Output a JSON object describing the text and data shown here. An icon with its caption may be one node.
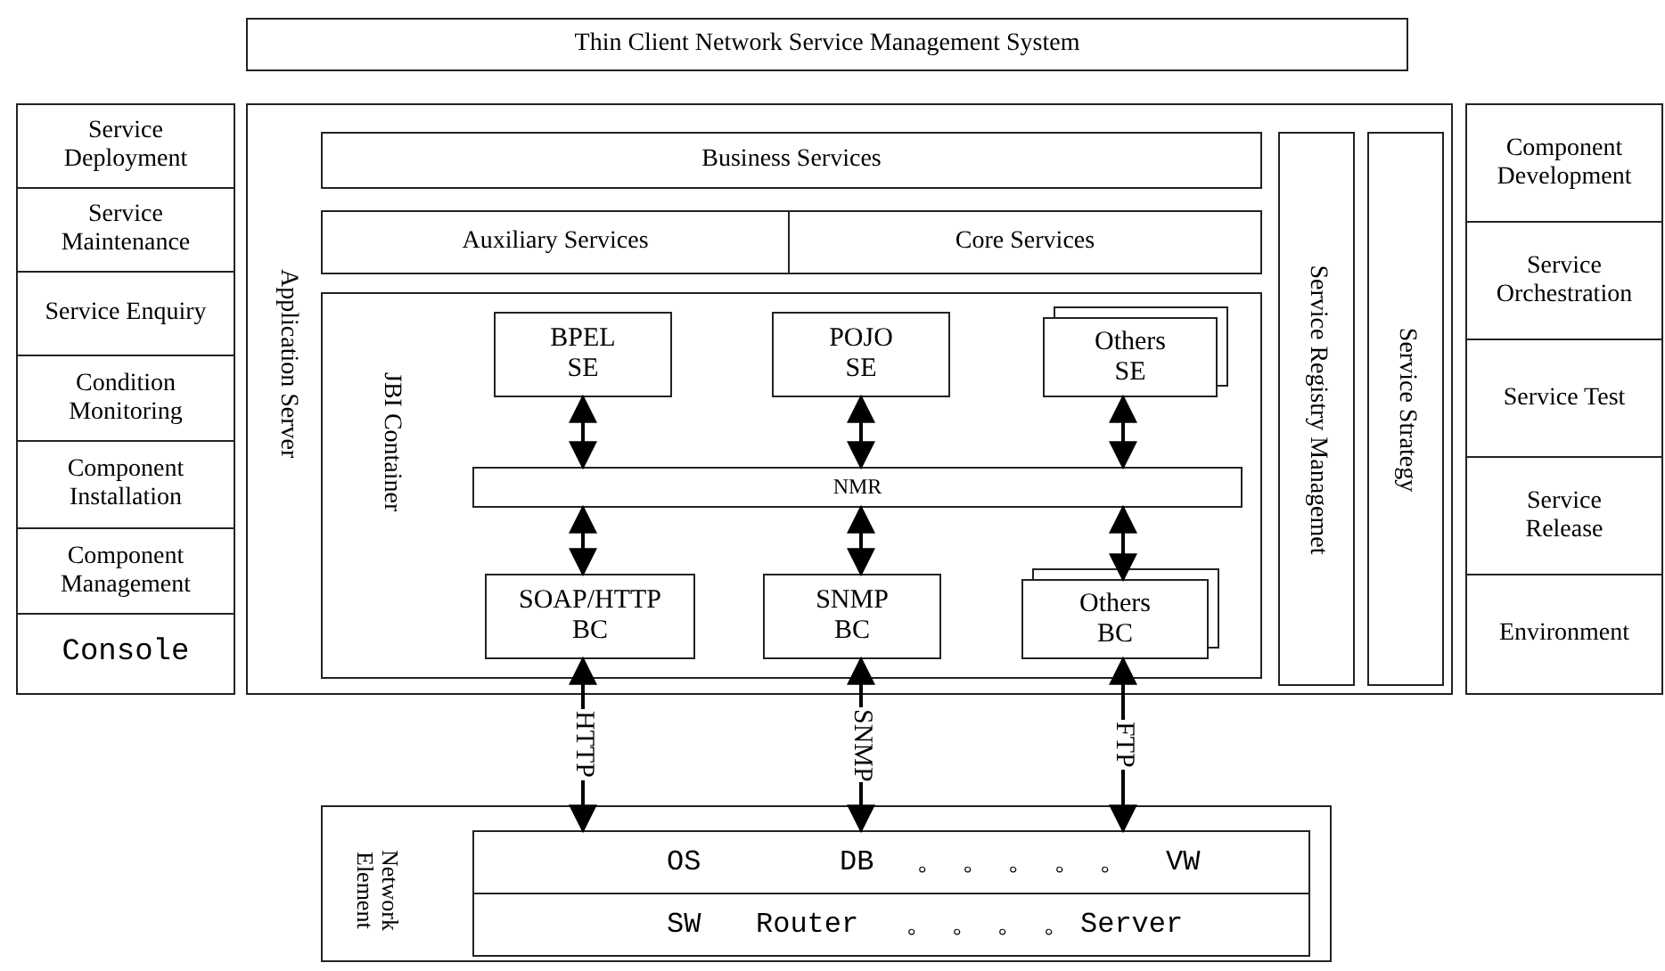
{
  "diagram": {
    "nodes": [
      {
        "text": [
          "Thin Client Network Service Management System"
        ]
      },
      {
        "text": [
          "Service Deployment"
        ]
      },
      {
        "text": [
          "Service Maintenance"
        ]
      },
      {
        "text": [
          "Service Enquiry"
        ]
      },
      {
        "text": [
          "Condition Monitoring"
        ]
      },
      {
        "text": [
          "Component Installation"
        ]
      },
      {
        "text": [
          "Component Management"
        ]
      },
      {
        "text": [
          "Console"
        ]
      },
      {
        "text": [
          "Application Server"
        ]
      },
      {
        "text": [
          "Business Services"
        ],
        "in": 8
      },
      {
        "text": [
          "Auxiliary Services"
        ],
        "in": 8
      },
      {
        "text": [
          "Core Services"
        ],
        "in": 8
      },
      {
        "text": [
          "JBI Container"
        ],
        "in": 8
      },
      {
        "text": [
          "BPEL SE"
        ],
        "in": 12
      },
      {
        "text": [
          "POJO SE"
        ],
        "in": 12
      },
      {
        "text": [
          "Others SE"
        ],
        "in": 12
      },
      {
        "text": [
          "NMR"
        ],
        "in": 12
      },
      {
        "text": [
          "SOAP/HTTP BC"
        ],
        "in": 12
      },
      {
        "text": [
          "SNMP BC"
        ],
        "in": 12
      },
      {
        "text": [
          "Others BC"
        ],
        "in": 12
      },
      {
        "text": [
          "Service Registry Managemet"
        ],
        "in": 8
      },
      {
        "text": [
          "Service Strategy"
        ],
        "in": 8
      },
      {
        "text": [
          "Component Development"
        ]
      },
      {
        "text": [
          "Service Orchestration"
        ]
      },
      {
        "text": [
          "Service Test"
        ]
      },
      {
        "text": [
          "Service Release"
        ]
      },
      {
        "text": [
          "Environment"
        ]
      },
      {
        "text": [
          "Network Element"
        ]
      },
      {
        "text": [
          "OS",
          "DB",
          "。 。 。 。 。",
          "VW"
        ],
        "in": 27
      },
      {
        "text": [
          "SW",
          "Router",
          "。 。 。 。",
          "Server"
        ],
        "in": 27
      }
    ],
    "edges": [
      {
        "from": 13,
        "to": 16,
        "arrow": "both"
      },
      {
        "from": 14,
        "to": 16,
        "arrow": "both"
      },
      {
        "from": 15,
        "to": 16,
        "arrow": "both"
      },
      {
        "from": 16,
        "to": 17,
        "arrow": "both"
      },
      {
        "from": 16,
        "to": 18,
        "arrow": "both"
      },
      {
        "from": 16,
        "to": 19,
        "arrow": "both"
      },
      {
        "from": 17,
        "to": 28,
        "arrow": "both",
        "label": "HTTP"
      },
      {
        "from": 18,
        "to": 28,
        "arrow": "both",
        "label": "SNMP"
      },
      {
        "from": 19,
        "to": 28,
        "arrow": "both",
        "label": "FTP"
      }
    ]
  }
}
